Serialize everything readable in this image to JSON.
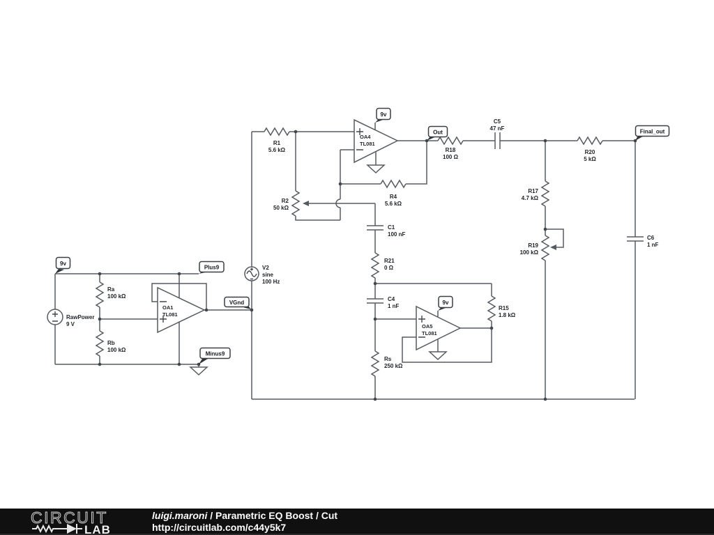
{
  "colors": {
    "wire": "#565b60",
    "label": "#1d2226",
    "canvas": "#ffffff",
    "footer_bg": "#101010",
    "footer_text": "#ffffff",
    "logo_outline": "#d0d0d0"
  },
  "components": {
    "rawpower": {
      "name": "RawPower",
      "value": "9 V"
    },
    "ra": {
      "name": "Ra",
      "value": "100 kΩ"
    },
    "rb": {
      "name": "Rb",
      "value": "100 kΩ"
    },
    "oa1": {
      "name": "OA1",
      "part": "TL081"
    },
    "v2": {
      "name": "V2",
      "kind": "sine",
      "value": "100 Hz"
    },
    "r1": {
      "name": "R1",
      "value": "5.6 kΩ"
    },
    "r2": {
      "name": "R2",
      "value": "50 kΩ"
    },
    "oa4": {
      "name": "OA4",
      "part": "TL081"
    },
    "r4": {
      "name": "R4",
      "value": "5.6 kΩ"
    },
    "r18": {
      "name": "R18",
      "value": "100 Ω"
    },
    "c5": {
      "name": "C5",
      "value": "47 nF"
    },
    "r20": {
      "name": "R20",
      "value": "5 kΩ"
    },
    "r17": {
      "name": "R17",
      "value": "4.7 kΩ"
    },
    "r19": {
      "name": "R19",
      "value": "100 kΩ"
    },
    "c6": {
      "name": "C6",
      "value": "1 nF"
    },
    "c1": {
      "name": "C1",
      "value": "100 nF"
    },
    "r21": {
      "name": "R21",
      "value": "0 Ω"
    },
    "c4": {
      "name": "C4",
      "value": "1 nF"
    },
    "r15": {
      "name": "R15",
      "value": "1.8 kΩ"
    },
    "oa5": {
      "name": "OA5",
      "part": "TL081"
    },
    "rs": {
      "name": "Rs",
      "value": "250 kΩ"
    }
  },
  "flags": {
    "supply_left": "9v",
    "plus9": "Plus9",
    "minus9": "Minus9",
    "vgnd": "VGnd",
    "out": "Out",
    "supply_oa4": "9v",
    "supply_oa5": "9v",
    "final_out": "Final_out"
  },
  "footer": {
    "logo_top": "CIRCUIT",
    "logo_bottom": "LAB",
    "author": "luigi.maroni",
    "separator": " / ",
    "title": "Parametric EQ Boost / Cut",
    "url": "http://circuitlab.com/c44y5k7"
  }
}
